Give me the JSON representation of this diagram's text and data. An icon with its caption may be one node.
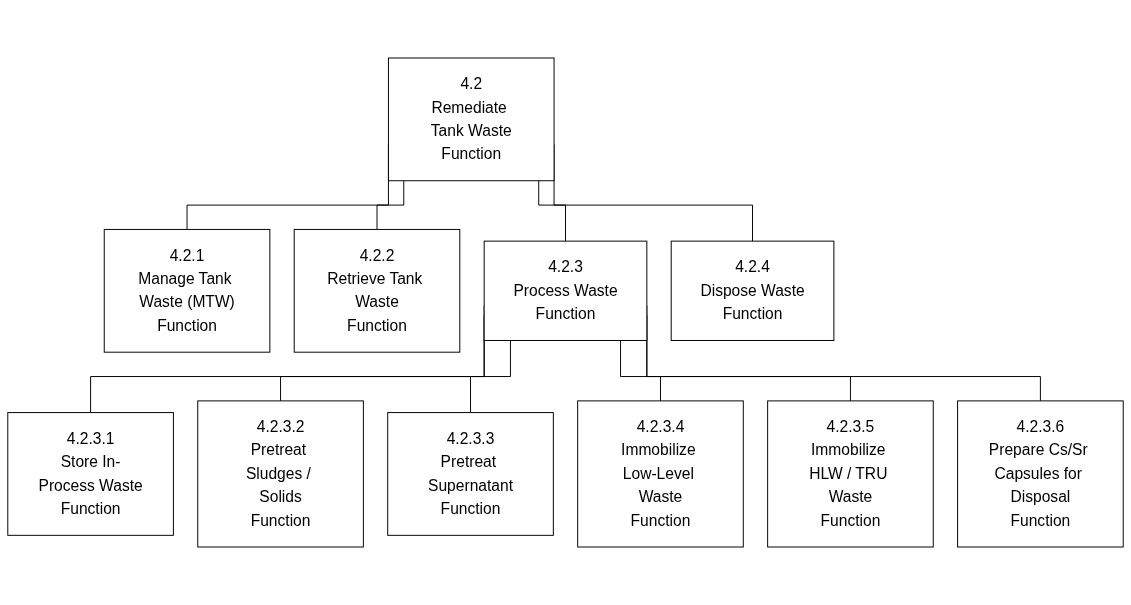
{
  "diagram": {
    "nodes": [
      {
        "text": [
          "4.2",
          "Remediate Tank Waste",
          "Function"
        ]
      },
      {
        "text": [
          "4.2.1",
          "Manage Tank Waste (MTW)",
          "Function"
        ]
      },
      {
        "text": [
          "4.2.2",
          "Retrieve Tank Waste",
          "Function"
        ]
      },
      {
        "text": [
          "4.2.3",
          "Process Waste",
          "Function"
        ]
      },
      {
        "text": [
          "4.2.4",
          "Dispose Waste",
          "Function"
        ]
      },
      {
        "text": [
          "4.2.3.1",
          "Store In-Process Waste",
          "Function"
        ]
      },
      {
        "text": [
          "4.2.3.2",
          "Pretreat Sludges / Solids",
          "Function"
        ]
      },
      {
        "text": [
          "4.2.3.3",
          "Pretreat Supernatant",
          "Function"
        ]
      },
      {
        "text": [
          "4.2.3.4",
          "Immobilize Low-Level Waste",
          "Function"
        ]
      },
      {
        "text": [
          "4.2.3.5",
          "Immobilize HLW / TRU Waste",
          "Function"
        ]
      },
      {
        "text": [
          "4.2.3.6",
          "Prepare Cs/Sr Capsules for Disposal",
          "Function"
        ]
      }
    ],
    "edges": [
      {
        "from": 0,
        "to": 1,
        "arrow": "none"
      },
      {
        "from": 0,
        "to": 2,
        "arrow": "none"
      },
      {
        "from": 0,
        "to": 3,
        "arrow": "none"
      },
      {
        "from": 0,
        "to": 4,
        "arrow": "none"
      },
      {
        "from": 3,
        "to": 5,
        "arrow": "none"
      },
      {
        "from": 3,
        "to": 6,
        "arrow": "none"
      },
      {
        "from": 3,
        "to": 7,
        "arrow": "none"
      },
      {
        "from": 3,
        "to": 8,
        "arrow": "none"
      },
      {
        "from": 3,
        "to": 9,
        "arrow": "none"
      },
      {
        "from": 3,
        "to": 10,
        "arrow": "none"
      }
    ]
  }
}
